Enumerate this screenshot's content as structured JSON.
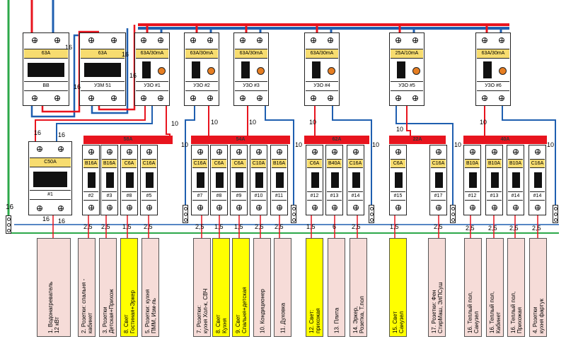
{
  "top_devices": [
    {
      "rating": "63A",
      "label": "ВВ"
    },
    {
      "rating": "63A",
      "label": "УЗМ 51"
    },
    {
      "rating": "63A/30mA",
      "label": "УЗО #1"
    },
    {
      "rating": "63A/30mA",
      "label": "УЗО #2"
    },
    {
      "rating": "63A/30mA",
      "label": "УЗО #3"
    },
    {
      "rating": "63A/30mA",
      "label": "УЗО #4"
    },
    {
      "rating": "25A/10mA",
      "label": "УЗО #5"
    },
    {
      "rating": "63A/30mA",
      "label": "УЗО #6"
    }
  ],
  "main_breaker": {
    "rating": "C50A",
    "label": "#1"
  },
  "bus_bars": [
    "58A",
    "54A",
    "62A",
    "22A",
    "40A"
  ],
  "breakers": [
    {
      "rating": "B16A",
      "label": "#2"
    },
    {
      "rating": "B16A",
      "label": "#3"
    },
    {
      "rating": "C6A",
      "label": "#8"
    },
    {
      "rating": "C16A",
      "label": "#5"
    },
    {
      "rating": "C16A",
      "label": "#7"
    },
    {
      "rating": "C6A",
      "label": "#8"
    },
    {
      "rating": "C6A",
      "label": "#9"
    },
    {
      "rating": "C10A",
      "label": "#10"
    },
    {
      "rating": "B16A",
      "label": "#11"
    },
    {
      "rating": "C6A",
      "label": "#12"
    },
    {
      "rating": "B40A",
      "label": "#13"
    },
    {
      "rating": "C16A",
      "label": "#14"
    },
    {
      "rating": "C6A",
      "label": "#15"
    },
    {
      "rating": "C16A",
      "label": "#17"
    },
    {
      "rating": "B10A",
      "label": "#12"
    },
    {
      "rating": "B10A",
      "label": "#13"
    },
    {
      "rating": "B10A",
      "label": "#14"
    },
    {
      "rating": "C16A",
      "label": "#14"
    }
  ],
  "wire_labels": {
    "w16": "16",
    "w10": "10",
    "w25": "2,5",
    "w15": "1,5",
    "w6": "6"
  },
  "loads": [
    {
      "text": "1. Водонагреватель\n12 кВт",
      "yellow": false
    },
    {
      "text": "2. Розетки: спальня -\nкабинет",
      "yellow": false
    },
    {
      "text": "3. Розетки\nДетская+Прихож",
      "yellow": false
    },
    {
      "text": "8. Свет\nГостиная+Эркер",
      "yellow": true
    },
    {
      "text": "5. Розетки: кухня\nПММ, Изм-ль",
      "yellow": false
    },
    {
      "text": "7. Розетки:\nкухня Хол-к, СВЧ",
      "yellow": false
    },
    {
      "text": "8. Свет\nКухня",
      "yellow": true
    },
    {
      "text": "9. Свет\nСпальня+детская",
      "yellow": true
    },
    {
      "text": "10. Кондиционер",
      "yellow": false
    },
    {
      "text": "11. Духовка",
      "yellow": false
    },
    {
      "text": "12. Свет:\nприхожая",
      "yellow": true
    },
    {
      "text": "13. Плита",
      "yellow": false
    },
    {
      "text": "14. Эркер,\nРозетка, Т.пол",
      "yellow": false
    },
    {
      "text": "15. Свет\nСанузел",
      "yellow": true
    },
    {
      "text": "17. Розетки: Фен\nСтирМаш, ЭлПСуш",
      "yellow": false
    },
    {
      "text": "16. Теплый пол,\nСанузел",
      "yellow": false
    },
    {
      "text": "16. Теплый пол,\nКабинет",
      "yellow": false
    },
    {
      "text": "16. Теплый пол,\nПрихожая",
      "yellow": false
    },
    {
      "text": "4. Розетки\nкухня фартук",
      "yellow": false
    }
  ],
  "colors": {
    "phase": "#e8141e",
    "neutral": "#1f5fb0",
    "ground": "#2ca84a",
    "rating": "#f7dc6f"
  }
}
